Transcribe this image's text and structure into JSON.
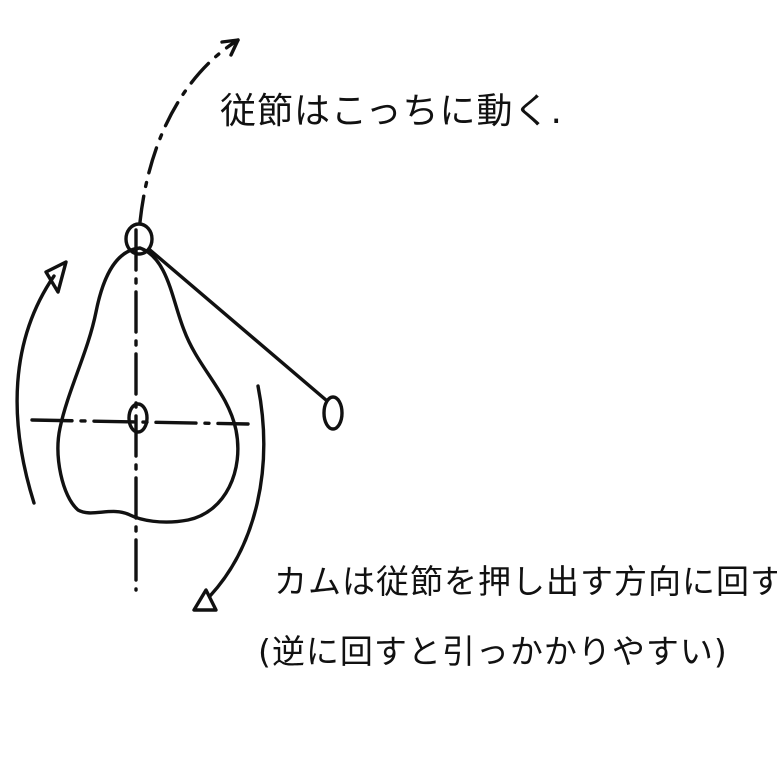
{
  "annotations": {
    "follower_motion": "従節はこっちに動く.",
    "cam_rotation": "カムは従節を押し出す方向に回す.",
    "reverse_warning": "(逆に回すと引っかかりやすい)"
  },
  "colors": {
    "ink": "#111111",
    "paper": "#ffffff"
  }
}
